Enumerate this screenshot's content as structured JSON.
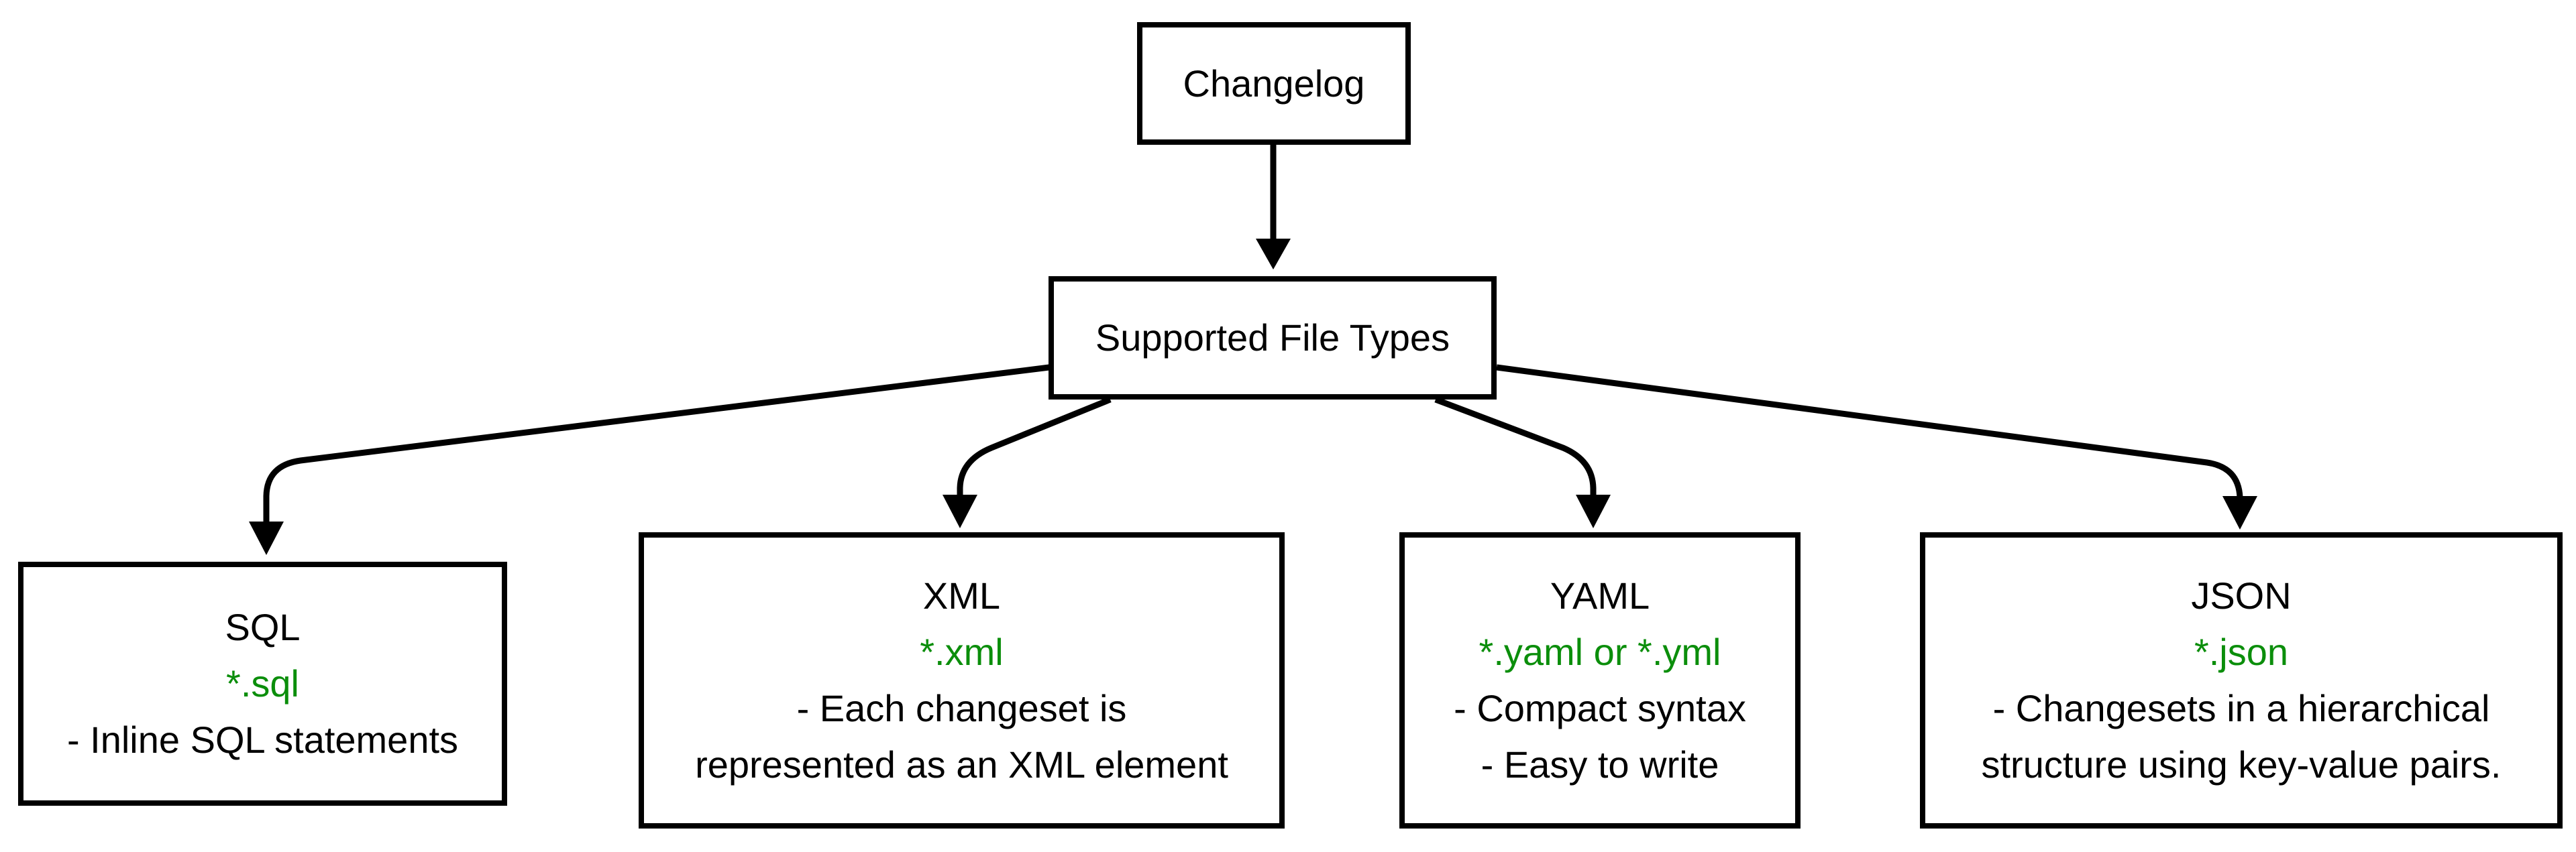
{
  "diagram": {
    "nodes": {
      "root": {
        "label": "Changelog"
      },
      "hub": {
        "label": "Supported File Types"
      }
    },
    "file_types": [
      {
        "id": "sql",
        "title": "SQL",
        "extension": "*.sql",
        "description_lines": [
          "- Inline SQL statements"
        ]
      },
      {
        "id": "xml",
        "title": "XML",
        "extension": "*.xml",
        "description_lines": [
          "- Each changeset is",
          "represented as an XML element"
        ]
      },
      {
        "id": "yaml",
        "title": "YAML",
        "extension": "*.yaml or *.yml",
        "description_lines": [
          "- Compact syntax",
          "- Easy to write"
        ]
      },
      {
        "id": "json",
        "title": "JSON",
        "extension": "*.json",
        "description_lines": [
          "- Changesets in a hierarchical",
          "structure using key-value pairs."
        ]
      }
    ],
    "edges": [
      {
        "from": "Changelog",
        "to": "Supported File Types"
      },
      {
        "from": "Supported File Types",
        "to": "SQL"
      },
      {
        "from": "Supported File Types",
        "to": "XML"
      },
      {
        "from": "Supported File Types",
        "to": "YAML"
      },
      {
        "from": "Supported File Types",
        "to": "JSON"
      }
    ],
    "colors": {
      "ink": "#000000",
      "extension_green": "#0b8e0b",
      "background": "#ffffff"
    }
  }
}
